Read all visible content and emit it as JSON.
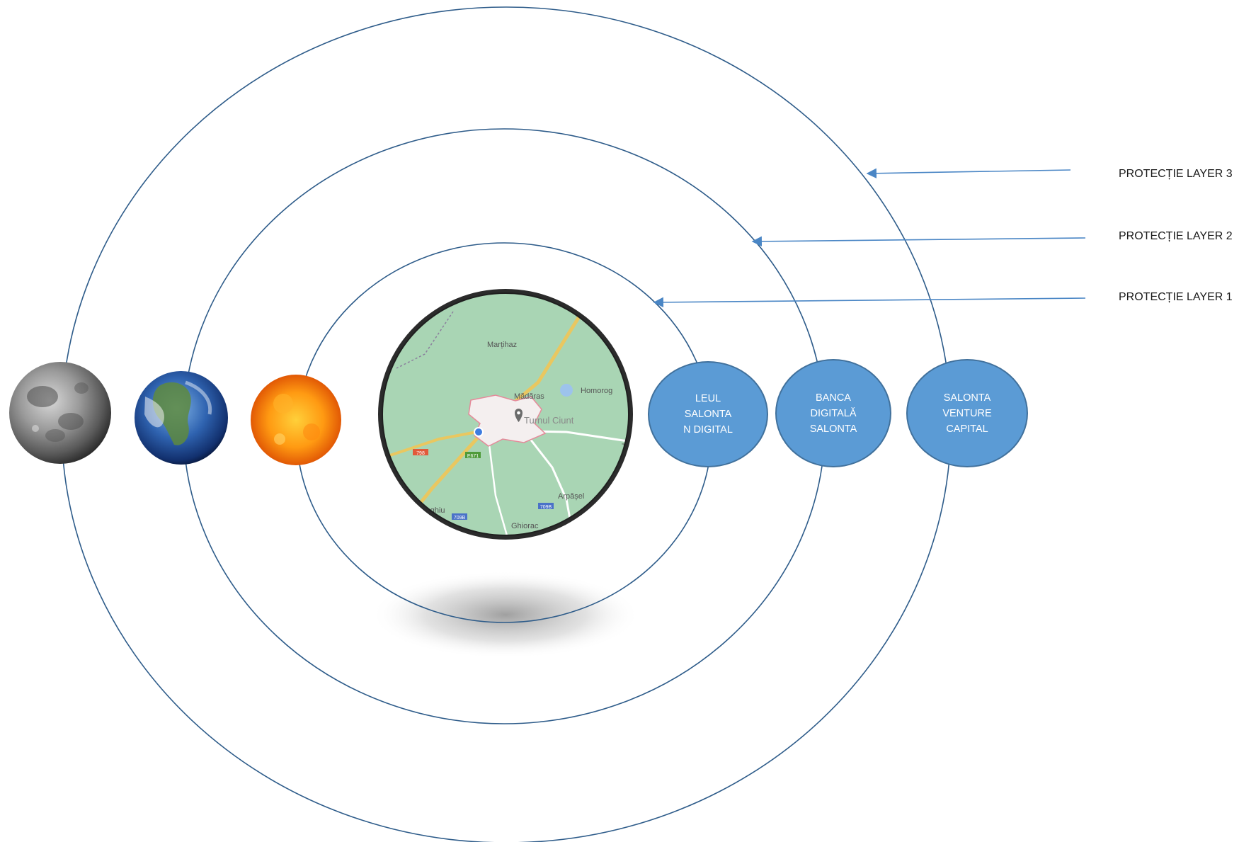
{
  "map": {
    "places": [
      "Marțihaz",
      "Mădăras",
      "Homorog",
      "Turnul Ciunt",
      "Arpășel",
      "Tumeghiu",
      "Ghiorac",
      "Tu"
    ],
    "road_badges": [
      "798",
      "E671",
      "709B",
      "709B"
    ]
  },
  "nodes": [
    {
      "lines": [
        "LEUL",
        "SALONTA",
        "N DIGITAL"
      ]
    },
    {
      "lines": [
        "BANCA",
        "DIGITALĂ",
        "SALONTA"
      ]
    },
    {
      "lines": [
        "SALONTA",
        "VENTURE",
        "CAPITAL"
      ]
    }
  ],
  "layers": [
    {
      "label": "PROTECȚIE LAYER 3"
    },
    {
      "label": "PROTECȚIE LAYER 2"
    },
    {
      "label": "PROTECȚIE LAYER 1"
    }
  ],
  "colors": {
    "orbit": "#2e5c8a",
    "arrow": "#4a86c5",
    "node_fill": "#5b9bd5",
    "map_green": "#a9d5b4",
    "map_frame": "#2b2b2b"
  },
  "icons": [
    "moon-icon",
    "earth-icon",
    "sun-icon",
    "map-pin-icon"
  ]
}
